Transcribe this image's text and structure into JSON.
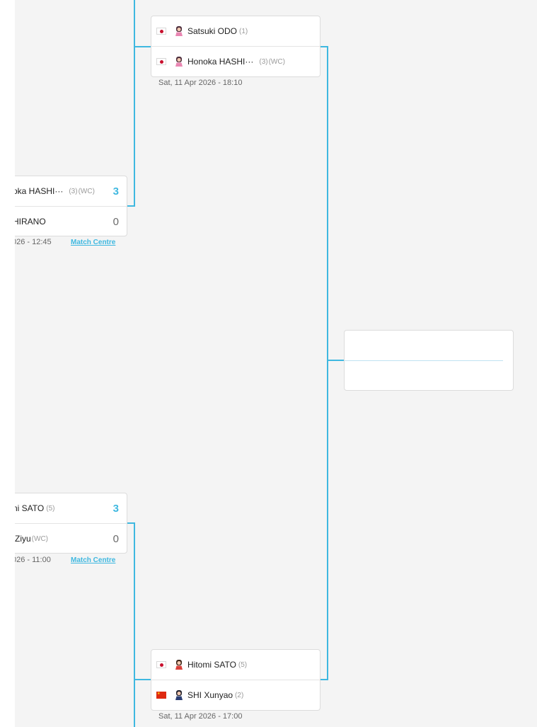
{
  "colors": {
    "accent": "#3fb8e0",
    "background": "#f4f4f4",
    "card": "#ffffff"
  },
  "round1": {
    "match_a": {
      "player1": {
        "name": "oka HASHI···",
        "seed": "(3)",
        "tag": "(WC)",
        "score": "3"
      },
      "player2": {
        "name": "HIRANO",
        "score": "0"
      },
      "time": "026 - 12:45",
      "match_centre": "Match Centre"
    },
    "match_b": {
      "player1": {
        "name": "ni SATO",
        "seed": "(5)",
        "score": "3"
      },
      "player2": {
        "name": "Ziyu",
        "tag": "(WC)",
        "score": "0"
      },
      "time": "026 - 11:00",
      "match_centre": "Match Centre"
    }
  },
  "round2": {
    "match_top": {
      "player1": {
        "country": "Japan",
        "name": "Satsuki ODO",
        "seed": "(1)"
      },
      "player2": {
        "country": "Japan",
        "name": "Honoka HASHI···",
        "seed": "(3)",
        "tag": "(WC)"
      },
      "time": "Sat, 11 Apr 2026 - 18:10"
    },
    "match_bottom": {
      "player1": {
        "country": "Japan",
        "name": "Hitomi SATO",
        "seed": "(5)"
      },
      "player2": {
        "country": "China",
        "name": "SHI Xunyao",
        "seed": "(2)"
      },
      "time": "Sat, 11 Apr 2026 - 17:00"
    }
  },
  "final": {
    "player1": {
      "name": ""
    },
    "player2": {
      "name": ""
    }
  },
  "icons": {
    "player_avatar": "player-avatar-icon",
    "flag_japan": "japan-flag-icon",
    "flag_china": "china-flag-icon"
  }
}
